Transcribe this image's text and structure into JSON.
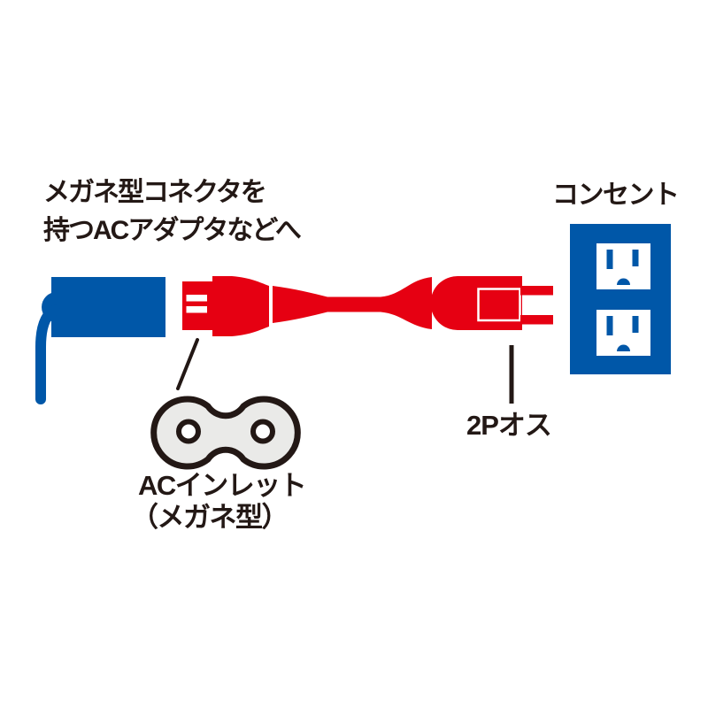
{
  "labels": {
    "adapter_line1": "メガネ型コネクタを",
    "adapter_line2": "持つACアダプタなどへ",
    "outlet": "コンセント",
    "inlet_line1": "ACインレット",
    "inlet_line2": "（メガネ型）",
    "plug_2p": "2Pオス"
  },
  "colors": {
    "red": "#e60012",
    "blue": "#0057a8",
    "ink": "#231815",
    "gray": "#eaeae8",
    "white": "#ffffff"
  },
  "icons": {
    "adapter": "ac-adapter-icon",
    "cord": "power-cord-icon",
    "outlet": "outlet-icon",
    "inlet": "ac-inlet-megane-icon"
  }
}
